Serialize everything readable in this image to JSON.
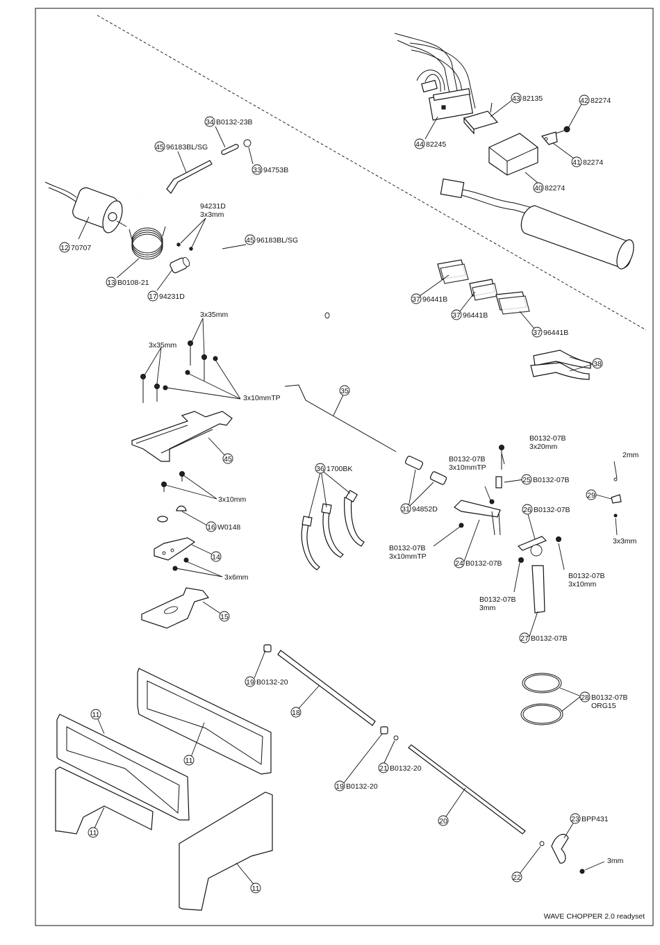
{
  "footer": {
    "title": "WAVE CHOPPER 2.0 readyset"
  },
  "parts": {
    "p12": {
      "num": "12",
      "code": "70707"
    },
    "p13": {
      "num": "13",
      "code": "B0108-21"
    },
    "p17": {
      "num": "17",
      "code": "94231D"
    },
    "p34": {
      "num": "34",
      "code": "B0132-23B"
    },
    "p45a": {
      "num": "45",
      "code": "96183BL/SG"
    },
    "p33": {
      "num": "33",
      "code": "94753B"
    },
    "p45b": {
      "num": "45",
      "code": "96183BL/SG"
    },
    "p44": {
      "num": "44",
      "code": "82245"
    },
    "p43": {
      "num": "43",
      "code": "82135"
    },
    "p42": {
      "num": "42",
      "code": "82274"
    },
    "p41": {
      "num": "41",
      "code": "82274"
    },
    "p40": {
      "num": "40",
      "code": "82274"
    },
    "p37a": {
      "num": "37",
      "code": "96441B"
    },
    "p37b": {
      "num": "37",
      "code": "96441B"
    },
    "p37c": {
      "num": "37",
      "code": "96441B"
    },
    "p38": {
      "num": "38",
      "code": ""
    },
    "p35": {
      "num": "35",
      "code": ""
    },
    "p45c": {
      "num": "45",
      "code": ""
    },
    "p36": {
      "num": "36",
      "code": "1700BK"
    },
    "p31": {
      "num": "31",
      "code": "94852D"
    },
    "p16": {
      "num": "16",
      "code": "W0148"
    },
    "p14": {
      "num": "14",
      "code": ""
    },
    "p15": {
      "num": "15",
      "code": ""
    },
    "p25": {
      "num": "25",
      "code": "B0132-07B"
    },
    "p26": {
      "num": "26",
      "code": "B0132-07B"
    },
    "p24": {
      "num": "24",
      "code": "B0132-07B"
    },
    "p27": {
      "num": "27",
      "code": "B0132-07B"
    },
    "p29": {
      "num": "29",
      "code": ""
    },
    "p28": {
      "num": "28",
      "code": "B0132-07B",
      "code2": "ORG15"
    },
    "p19a": {
      "num": "19",
      "code": "B0132-20"
    },
    "p18": {
      "num": "18",
      "code": ""
    },
    "p19b": {
      "num": "19",
      "code": "B0132-20"
    },
    "p21": {
      "num": "21",
      "code": "B0132-20"
    },
    "p20": {
      "num": "20",
      "code": ""
    },
    "p23": {
      "num": "23",
      "code": "BPP431"
    },
    "p22": {
      "num": "22",
      "code": ""
    },
    "p11a": {
      "num": "11",
      "code": ""
    },
    "p11b": {
      "num": "11",
      "code": ""
    },
    "p11c": {
      "num": "11",
      "code": ""
    },
    "p11d": {
      "num": "11",
      "code": ""
    }
  },
  "labels": {
    "screw_94231d": "94231D",
    "screw_94231d_size": "3x3mm",
    "s3x35_a": "3x35mm",
    "s3x35_b": "3x35mm",
    "s3x10tp": "3x10mmTP",
    "s3x10": "3x10mm",
    "s3x6": "3x6mm",
    "b07b_a": "B0132-07B",
    "b07b_a_size": "3x20mm",
    "b07b_b": "B0132-07B",
    "b07b_b_size": "3x10mmTP",
    "b07b_c": "B0132-07B",
    "b07b_c_size": "3x10mmTP",
    "b07b_d": "B0132-07B",
    "b07b_d_size": "3x10mm",
    "b07b_e": "B0132-07B",
    "b07b_e_size": "3mm",
    "s2mm": "2mm",
    "s3x3mm": "3x3mm",
    "s3mm": "3mm"
  }
}
